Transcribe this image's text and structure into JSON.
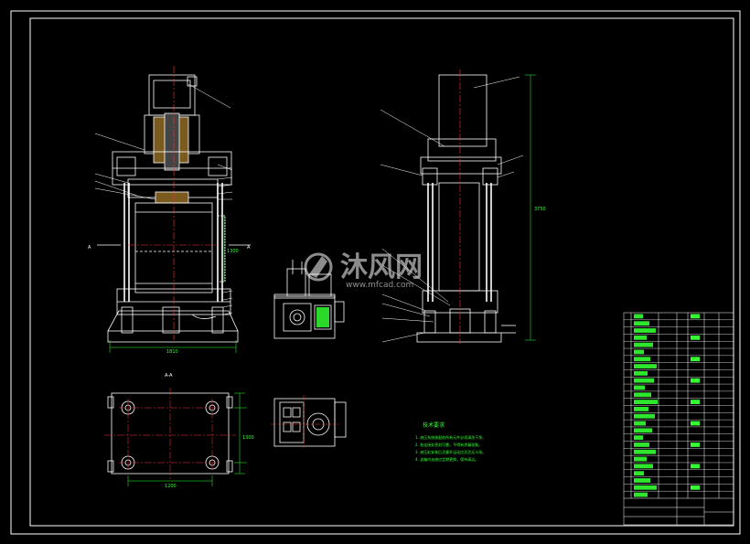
{
  "watermark": {
    "brand": "沐风网",
    "url": "www.mfcad.com"
  },
  "drawing": {
    "section_mark_left": "A",
    "section_mark_right": "A",
    "view_label": "A-A",
    "dim_front_width": "1810",
    "dim_front_mid": "1300",
    "dim_plan_width": "1200",
    "dim_plan_depth": "1300",
    "dim_side_height": "3750"
  },
  "notes": {
    "title": "技术要求",
    "lines": [
      "1. 液压系统装配前所有元件必须清洗干净。",
      "2. 各连接处密封可靠，不得有渗漏现象。",
      "3. 液压缸安装后活塞杆运动应灵活无卡滞。",
      "4. 油箱内油液应定期更换，保持清洁。"
    ]
  },
  "colors": {
    "frame": "#ffffff",
    "line": "#ffffff",
    "center": "#ff3333",
    "accent": "#33ff33",
    "dim": "#33ff33"
  }
}
